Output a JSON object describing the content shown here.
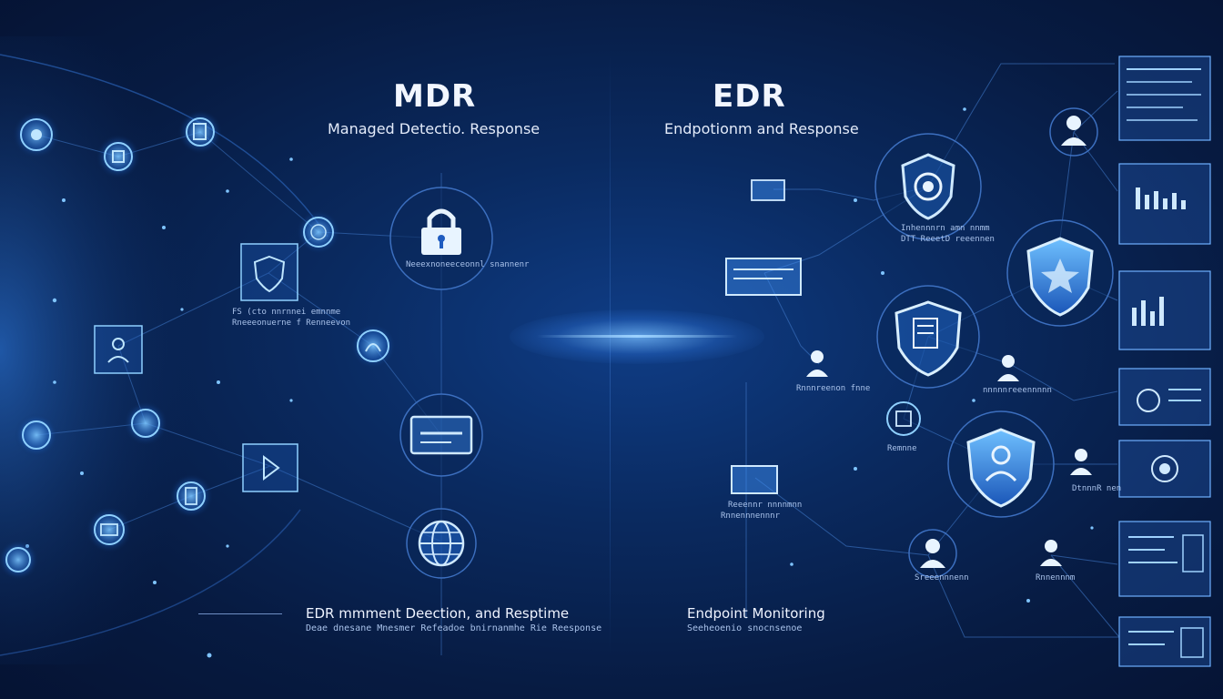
{
  "left": {
    "title": "MDR",
    "subtitle": "Managed Detectio. Response",
    "caption_title": "EDR   mmment Deection, and Resptime",
    "caption_sub": "Deae dnesane Mnesmer Refeadoe bnirnanmhe Rie Reesponse",
    "node_labels": [
      "Neeexnoneeceonnl snannenr",
      "FS (cto nnrnnei emnnme",
      "Rneeeonuerne f Renneevon"
    ]
  },
  "right": {
    "title": "EDR",
    "subtitle": "Endpotionm and Response",
    "caption_title": "Endpoint Monitoring",
    "caption_sub": "Seeheoenio snocnsenoe",
    "node_labels": [
      "Inhennnrn amn nnmm",
      "DTT ReeetD reeennen",
      "Rnnnreenon fnne",
      "nnnnnreeennnnn",
      "Remnne",
      "DtnnnR nen",
      "Reeennr nnnnmnn",
      "Rnnennnennnr",
      "Sreeennnenn",
      "Rnnennnm"
    ]
  },
  "colors": {
    "accent": "#5fb4ff",
    "line": "#3f78c8",
    "bg": "#071b42"
  }
}
